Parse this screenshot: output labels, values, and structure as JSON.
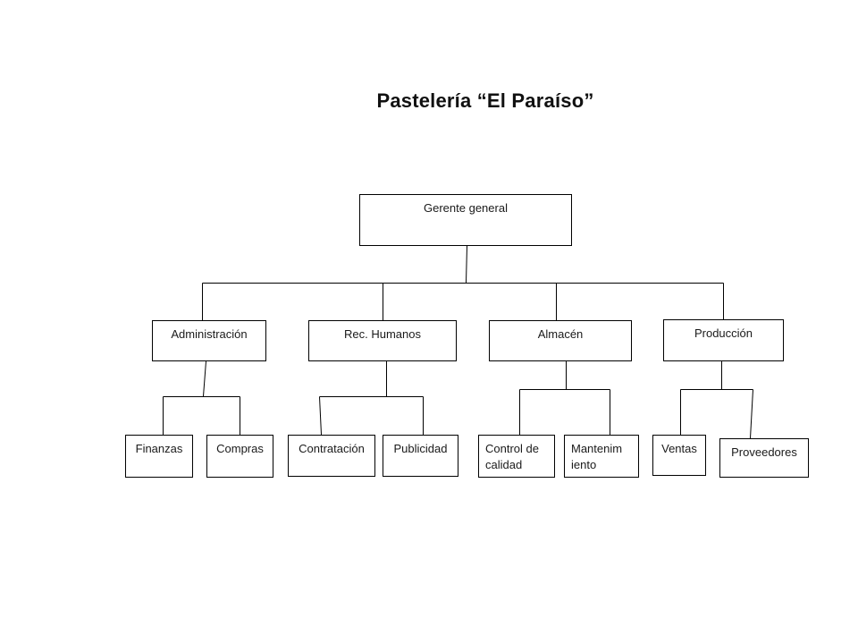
{
  "title": "Pastelería “El Paraíso”",
  "diagram_type": "org-chart",
  "colors": {
    "background": "#ffffff",
    "box_border": "#000000",
    "connector": "#000000",
    "text": "#1a1a1a"
  },
  "nodes": {
    "gerente": {
      "label": "Gerente general"
    },
    "administracion": {
      "label": "Administración"
    },
    "rec_humanos": {
      "label": "Rec. Humanos"
    },
    "almacen": {
      "label": "Almacén"
    },
    "produccion": {
      "label": "Producción"
    },
    "finanzas": {
      "label": "Finanzas"
    },
    "compras": {
      "label": "Compras"
    },
    "contratacion": {
      "label": "Contratación"
    },
    "publicidad": {
      "label": "Publicidad"
    },
    "control_calidad": {
      "label": "Control de\ncalidad"
    },
    "mantenimiento": {
      "label": "Mantenim\niento"
    },
    "ventas": {
      "label": "Ventas"
    },
    "proveedores": {
      "label": "Proveedores"
    }
  },
  "hierarchy": {
    "Gerente general": [
      "Administración",
      "Rec. Humanos",
      "Almacén",
      "Producción"
    ],
    "Administración": [
      "Finanzas",
      "Compras"
    ],
    "Rec. Humanos": [
      "Contratación",
      "Publicidad"
    ],
    "Almacén": [
      "Control de calidad",
      "Mantenimiento"
    ],
    "Producción": [
      "Ventas",
      "Proveedores"
    ]
  }
}
